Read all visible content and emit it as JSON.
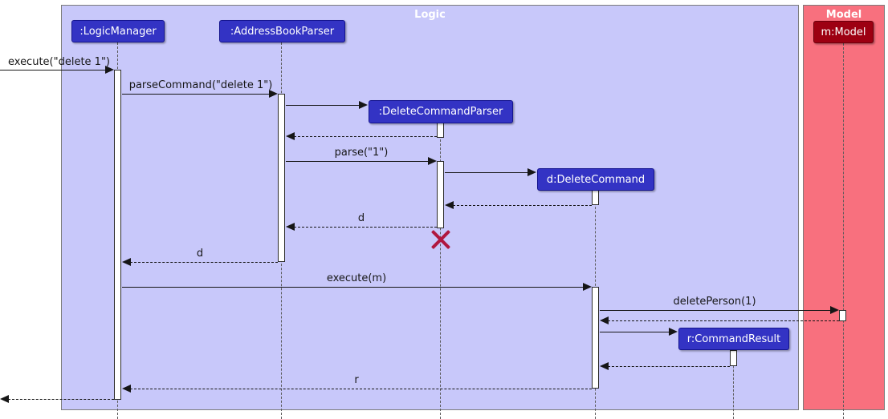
{
  "frames": {
    "logic": {
      "title": "Logic"
    },
    "model": {
      "title": "Model"
    }
  },
  "participants": {
    "logic_manager": ":LogicManager",
    "address_book_parser": ":AddressBookParser",
    "delete_command_parser": ":DeleteCommandParser",
    "delete_command": "d:DeleteCommand",
    "command_result": "r:CommandResult",
    "model": "m:Model"
  },
  "messages": {
    "execute_delete": "execute(\"delete 1\")",
    "parse_command": "parseCommand(\"delete 1\")",
    "parse": "parse(\"1\")",
    "return_d_to_parser": "d",
    "return_d_to_manager": "d",
    "execute_m": "execute(m)",
    "delete_person": "deletePerson(1)",
    "return_r": "r"
  },
  "colors": {
    "logic_frame_fill": "#C8C8FA",
    "model_frame_fill": "#F8707E",
    "logic_participant_fill": "#3333C4",
    "model_participant_fill": "#9D0012",
    "frame_title_text": "#FFFFFF",
    "message_line": "#161616",
    "destroy_x": "#B0173F",
    "activation_fill": "#FFFFFF"
  }
}
